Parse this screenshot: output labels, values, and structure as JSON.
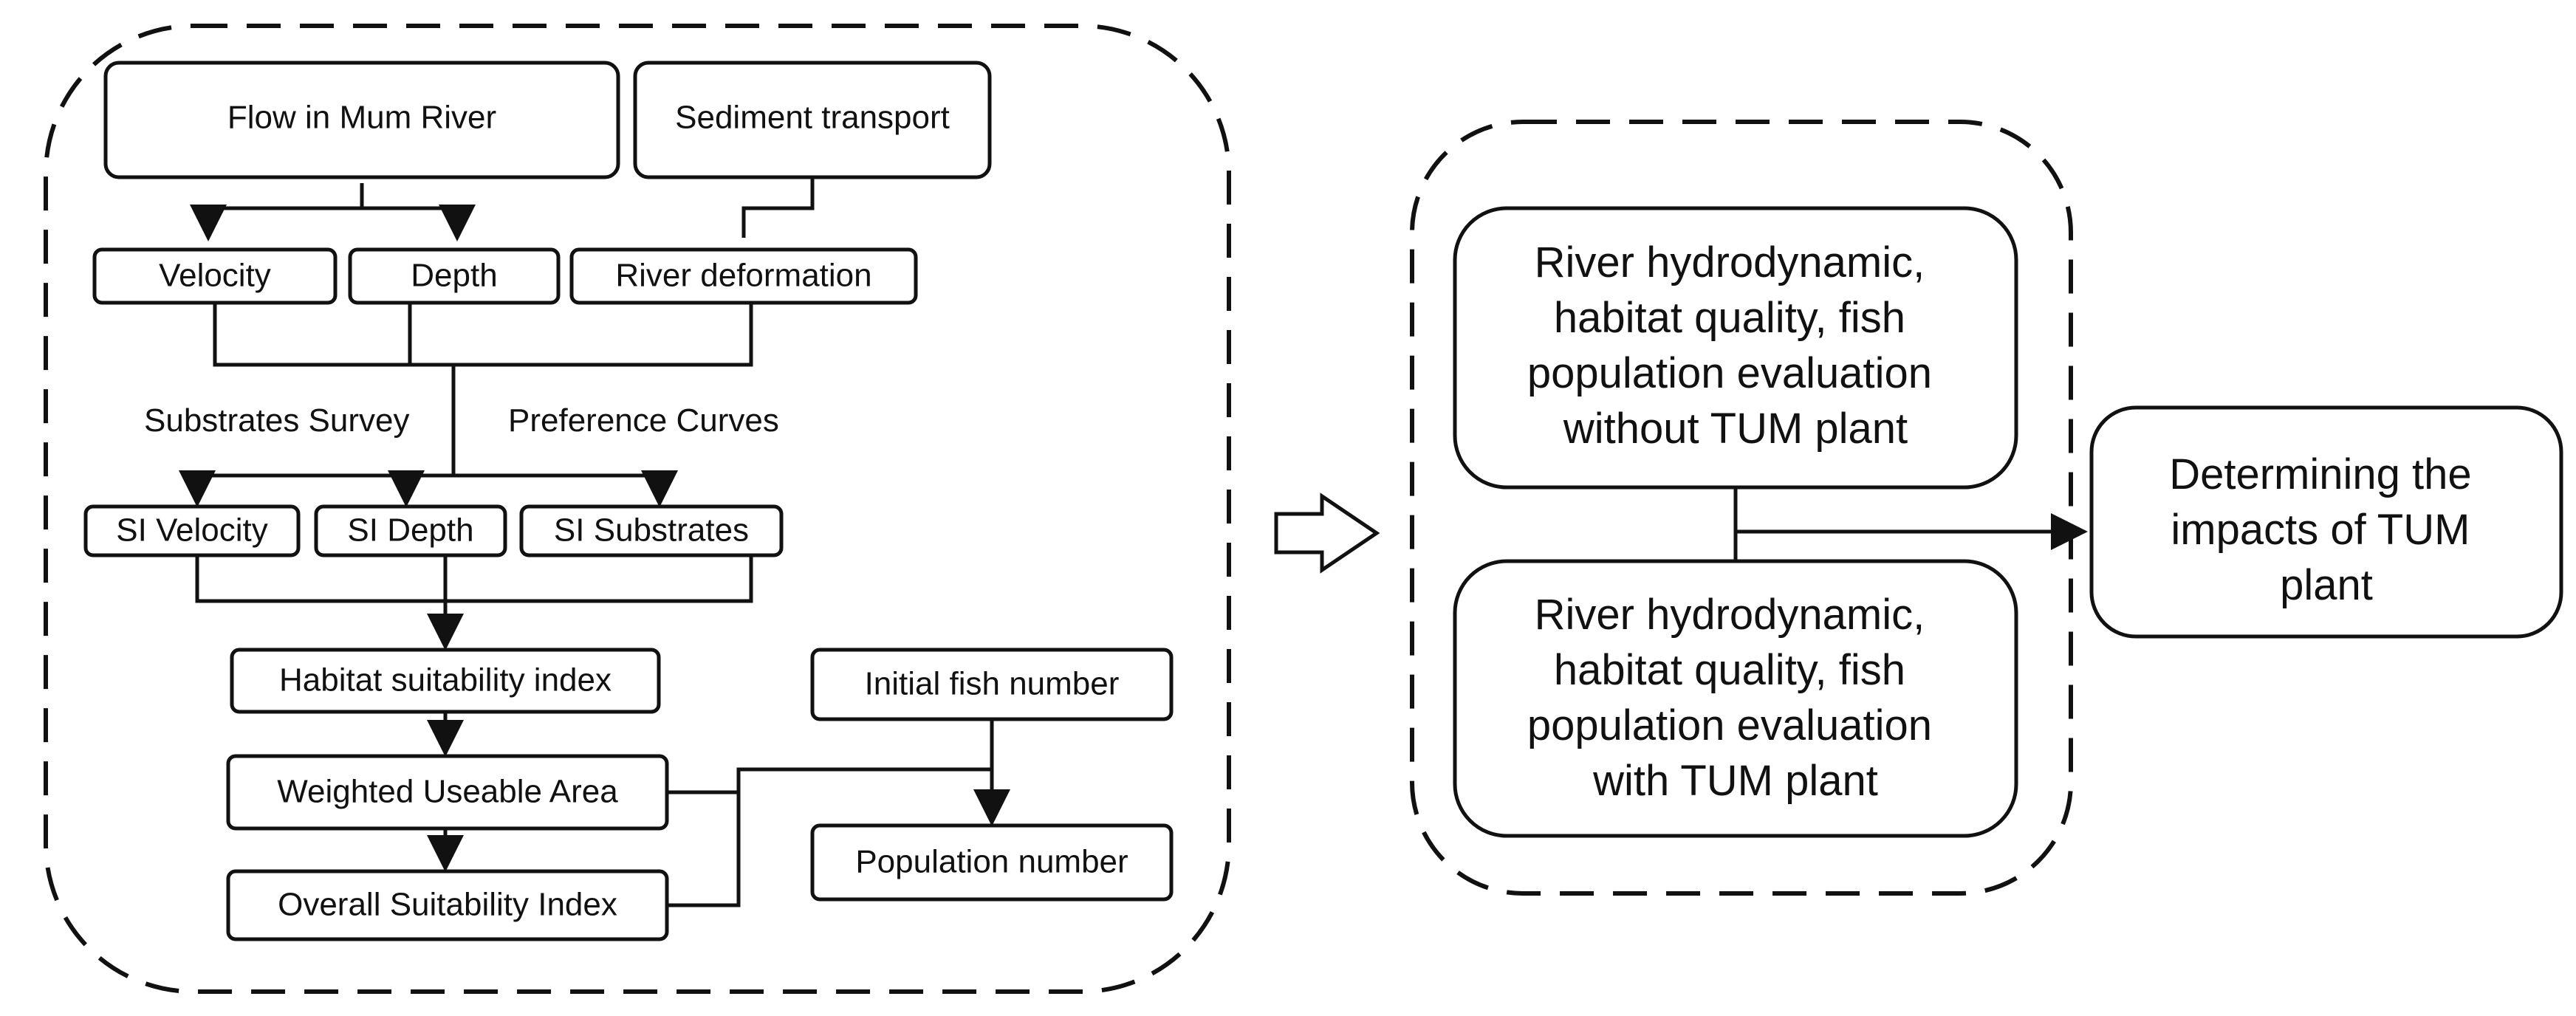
{
  "flowchart": {
    "nodes": {
      "flow": "Flow in Mum River",
      "sediment": "Sediment transport",
      "velocity": "Velocity",
      "depth": "Depth",
      "deformation": "River deformation",
      "si_velocity": "SI  Velocity",
      "si_depth": "SI Depth",
      "si_substrates": "SI Substrates",
      "hsi": "Habitat suitability index",
      "wua": "Weighted Useable Area",
      "osi": "Overall Suitability Index",
      "initial_fish": "Initial fish number",
      "population": "Population number"
    },
    "labels": {
      "substrates_survey": "Substrates Survey",
      "preference_curves": "Preference Curves"
    }
  },
  "evaluation": {
    "without": [
      "River hydrodynamic,",
      "habitat quality, fish",
      "population evaluation",
      "without TUM plant"
    ],
    "with": [
      "River hydrodynamic,",
      "habitat quality, fish",
      "population evaluation",
      "with TUM plant"
    ],
    "result": [
      "Determining the",
      "impacts of TUM",
      "plant"
    ]
  }
}
